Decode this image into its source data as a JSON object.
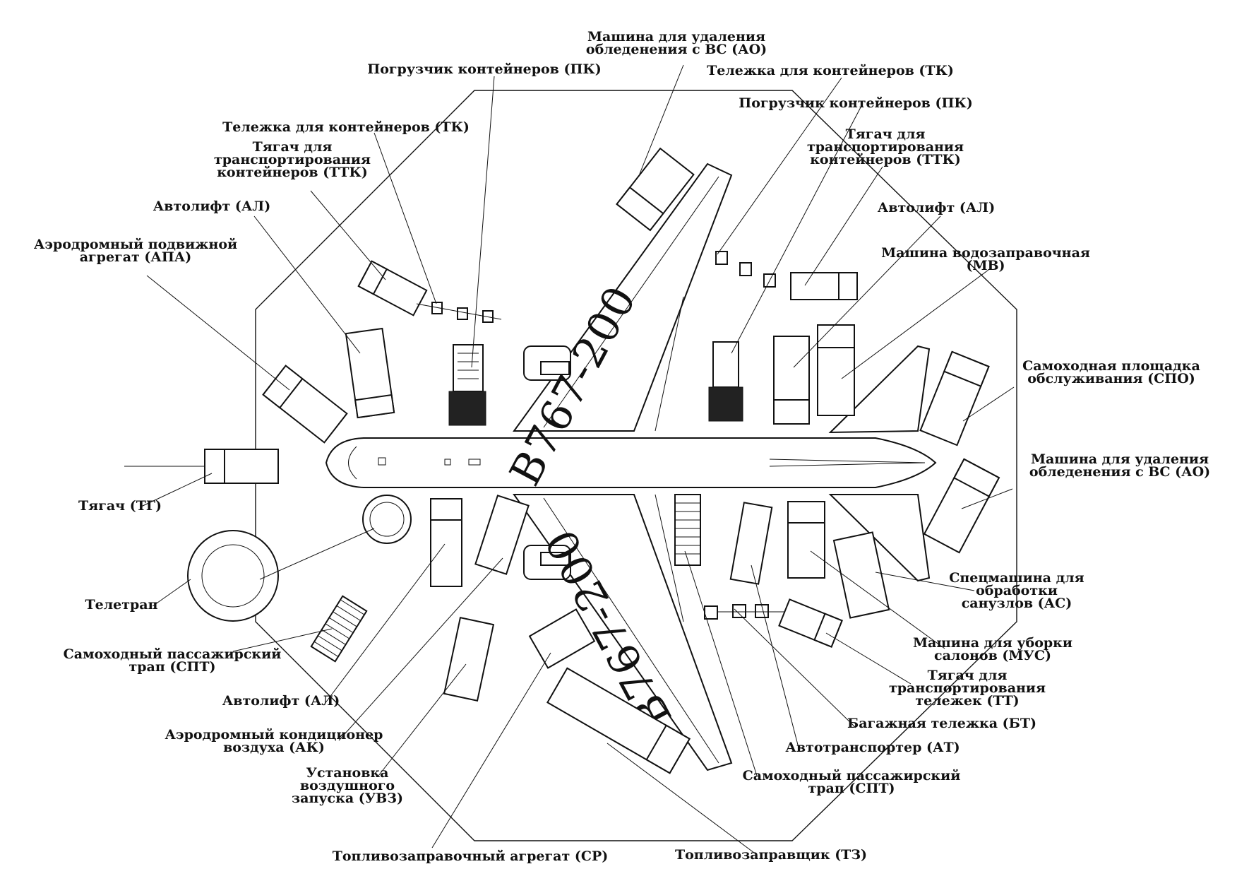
{
  "labels": {
    "ao_top": [
      "Машина для удаления",
      "обледенения с ВС (АО)"
    ],
    "pk_top": "Погрузчик контейнеров (ПК)",
    "tk_top_right": "Тележка для контейнеров (ТК)",
    "pk_right": "Погрузчик контейнеров (ПК)",
    "ttk_right": [
      "Тягач для",
      "транспортирования",
      "контейнеров (ТТК)"
    ],
    "al_right": "Автолифт (АЛ)",
    "mv": [
      "Машина водозаправочная",
      "(МВ)"
    ],
    "spo": [
      "Самоходная площадка",
      "обслуживания (СПО)"
    ],
    "ao_right": [
      "Машина для удаления",
      "обледенения с ВС (АО)"
    ],
    "as": [
      "Спецмашина для",
      "обработки",
      "санузлов (АС)"
    ],
    "mus": [
      "Машина для уборки",
      "салонов (МУС)"
    ],
    "tt": [
      "Тягач для",
      "транспортирования",
      "тележек (ТТ)"
    ],
    "bt": "Багажная тележка (БТ)",
    "at": "Автотранспортер (АТ)",
    "spt_bottom": [
      "Самоходный пассажирский",
      "трап (СПТ)"
    ],
    "tz": "Топливозаправщик (ТЗ)",
    "sr": "Топливозаправочный агрегат (СР)",
    "uvz": [
      "Установка",
      "воздушного",
      "запуска (УВЗ)"
    ],
    "ak": [
      "Аэродромный кондиционер",
      "воздуха (АК)"
    ],
    "al_bottom": "Автолифт (АЛ)",
    "spt_left": [
      "Самоходный пассажирский",
      "трап (СПТ)"
    ],
    "tentrap": "Телетрап",
    "tg": "Тягач (ТГ)",
    "apa": [
      "Аэродромный подвижной",
      "агрегат (АПА)"
    ],
    "al_left": "Автолифт (АЛ)",
    "ttk_left": [
      "Тягач для",
      "транспортирования",
      "контейнеров (ТТК)"
    ],
    "tk_left": "Тележка для контейнеров (ТК)"
  },
  "aircraft": {
    "registration": "B767-200"
  }
}
